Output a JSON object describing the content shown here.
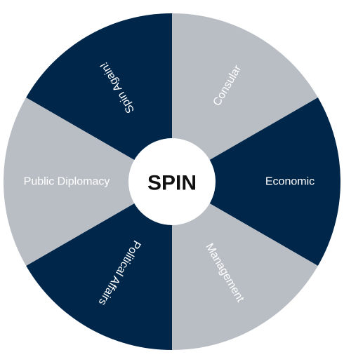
{
  "wheel": {
    "center_label": "SPIN",
    "segments": [
      {
        "label": "Consular",
        "color": "#b9bec5"
      },
      {
        "label": "Economic",
        "color": "#00264a"
      },
      {
        "label": "Management",
        "color": "#b9bec5"
      },
      {
        "label": "Political Affairs",
        "color": "#00264a"
      },
      {
        "label": "Public Diplomacy",
        "color": "#b9bec5"
      },
      {
        "label": "Spin Again!",
        "color": "#00264a"
      }
    ],
    "hub_color": "#ffffff"
  }
}
